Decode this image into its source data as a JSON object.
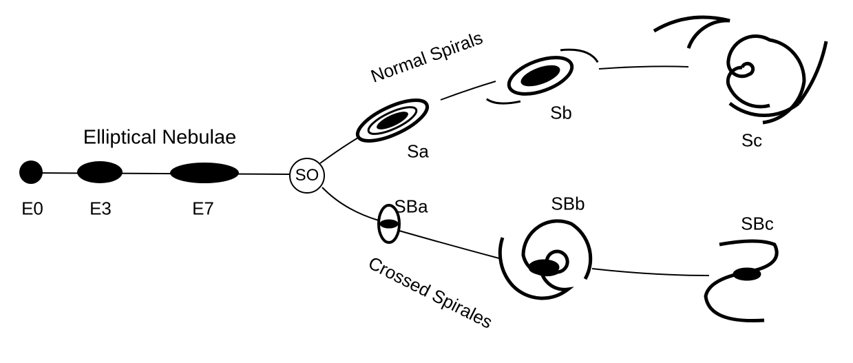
{
  "title": "Elliptical Nebulae",
  "branches": {
    "upper": "Normal Spirals",
    "lower": "Crossed Spirales"
  },
  "center": "SO",
  "ellipticals": [
    "E0",
    "E3",
    "E7"
  ],
  "normal_spirals": [
    "Sa",
    "Sb",
    "Sc"
  ],
  "barred_spirals": [
    "SBa",
    "SBb",
    "SBc"
  ]
}
